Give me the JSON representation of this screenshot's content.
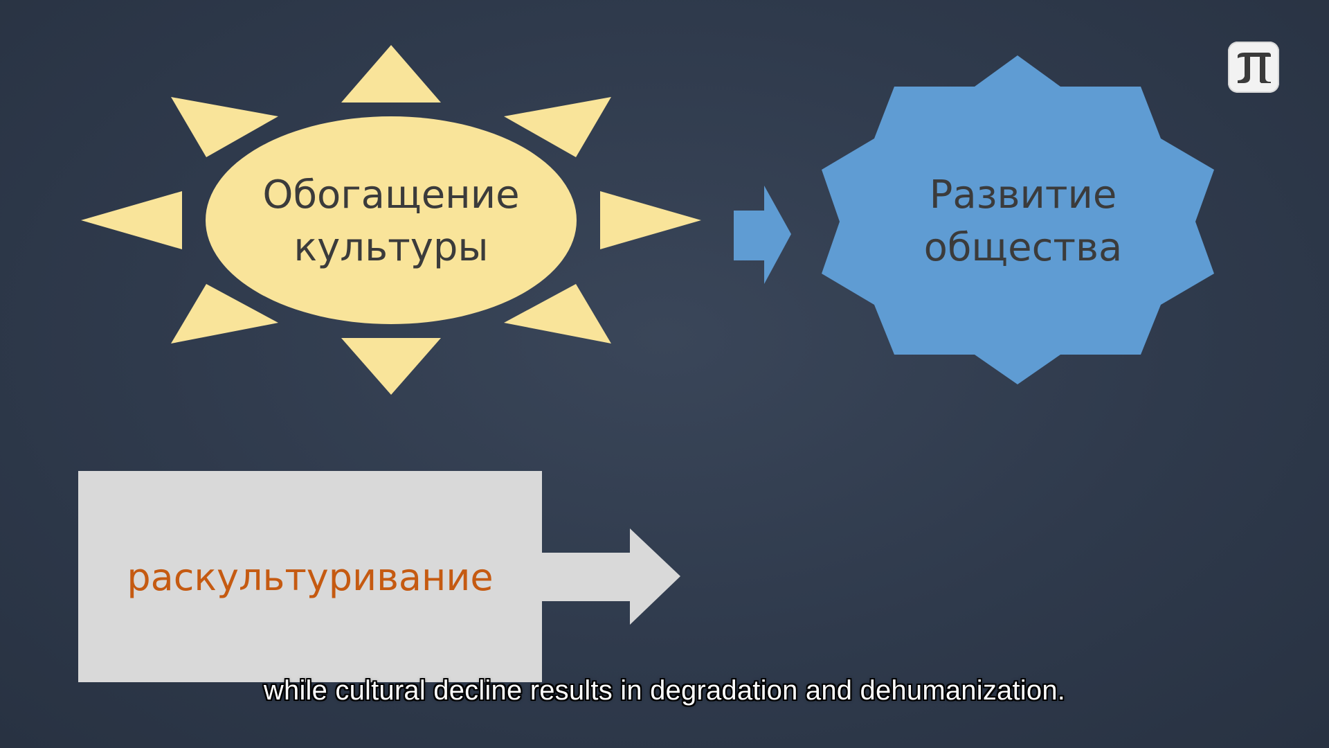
{
  "diagram": {
    "sun": {
      "label_line1": "Обогащение",
      "label_line2": "культуры",
      "color": "#f9e49a"
    },
    "star": {
      "label_line1": "Развитие",
      "label_line2": "общества",
      "color": "#5f9cd3"
    },
    "connector_arrow": {
      "color": "#5f9cd3"
    },
    "box": {
      "label": "раскультуривание",
      "color": "#d9d9d9",
      "text_color": "#c55a11"
    }
  },
  "logo": {
    "icon": "pi-logo-icon"
  },
  "subtitle": {
    "text": "while cultural decline results in degradation and dehumanization."
  },
  "colors": {
    "background": "#2f3a4c",
    "text_dark": "#3b3b3b"
  }
}
